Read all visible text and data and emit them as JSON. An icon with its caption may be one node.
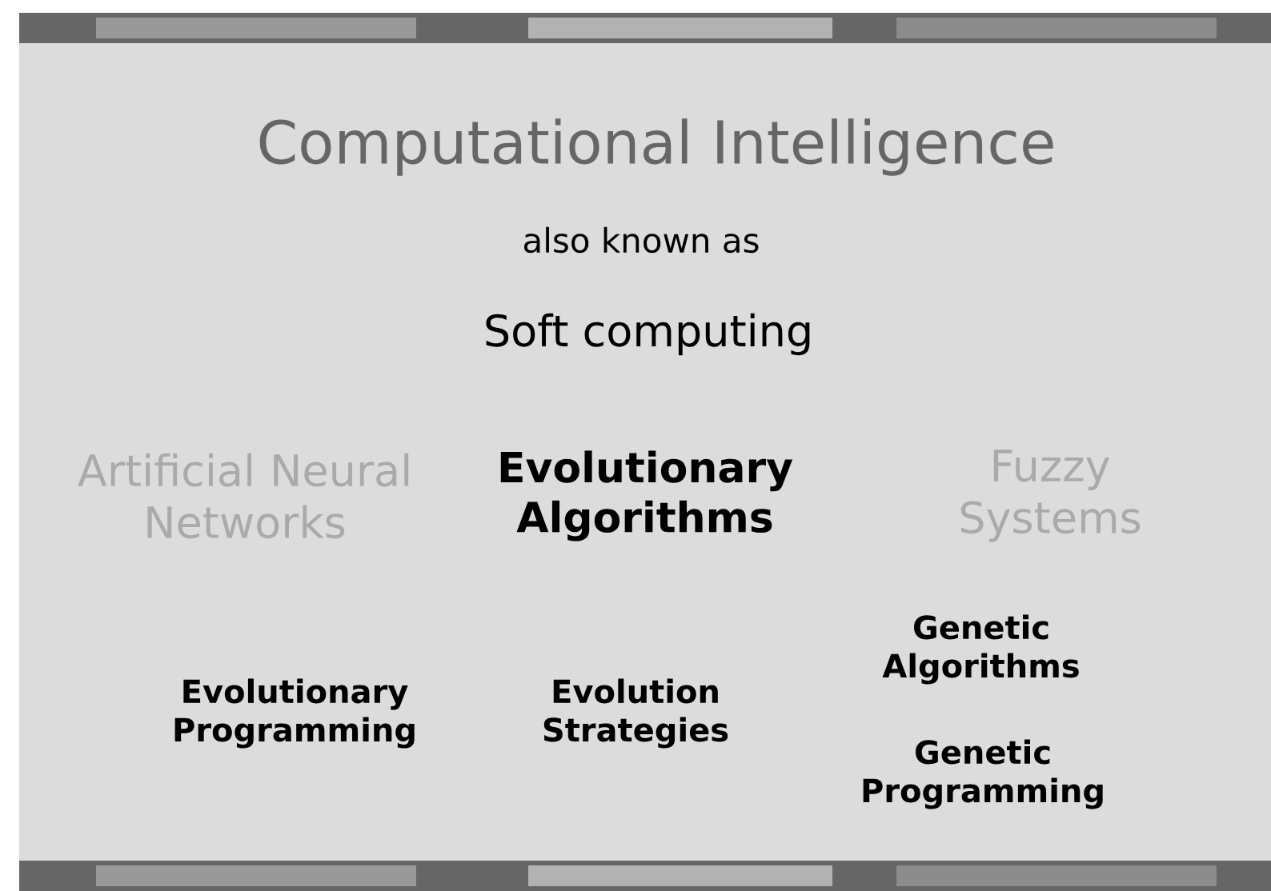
{
  "diagram": {
    "title": "Computational Intelligence",
    "labels": [
      "also known as",
      "Soft computing",
      "Artificial Neural Networks",
      "Evolutionary Algorithms",
      "Fuzzy Systems",
      "Genetic Algorithms",
      "Evolutionary Programming",
      "Evolution Strategies",
      "Genetic Programming"
    ]
  }
}
